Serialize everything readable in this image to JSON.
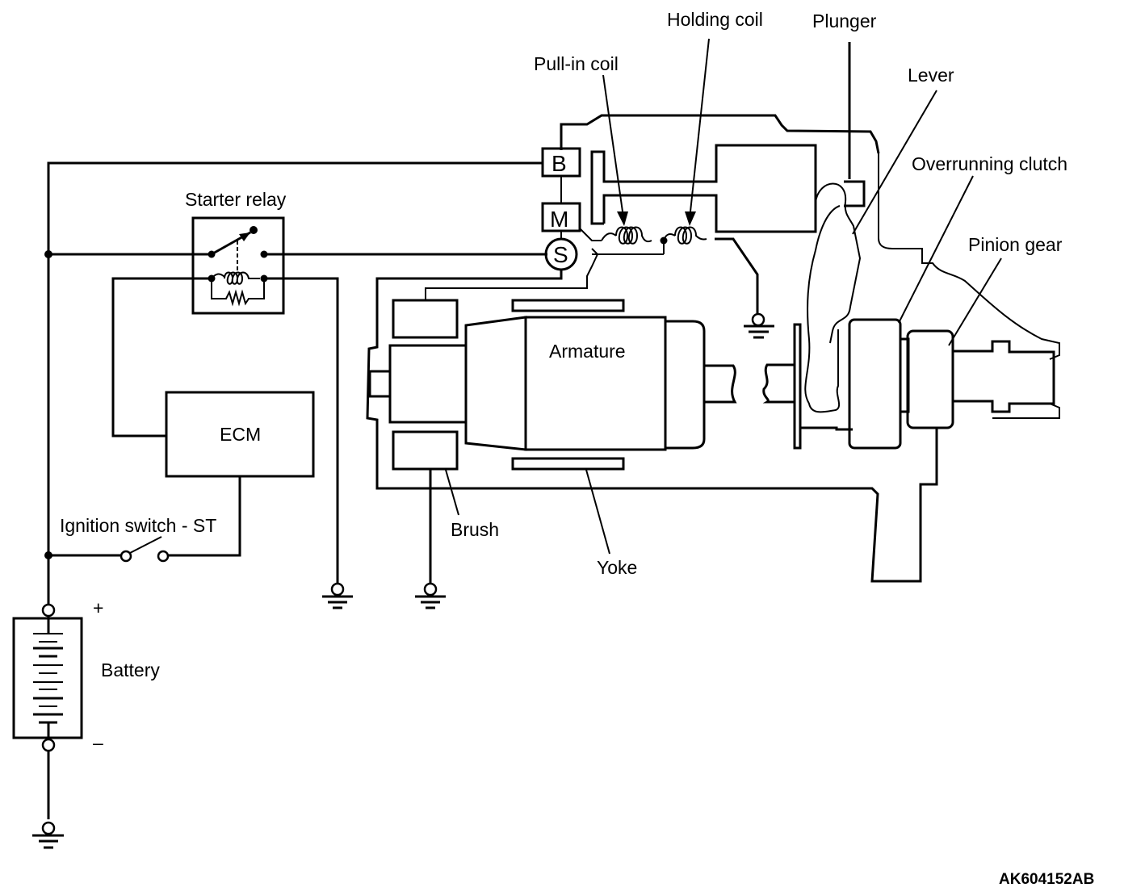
{
  "title": "Starter motor circuit diagram",
  "figure_code": "AK604152AB",
  "labels": {
    "holding_coil": "Holding coil",
    "plunger": "Plunger",
    "pull_in_coil": "Pull-in coil",
    "lever": "Lever",
    "overrunning_clutch": "Overrunning clutch",
    "pinion_gear": "Pinion gear",
    "starter_relay": "Starter relay",
    "armature": "Armature",
    "ecm": "ECM",
    "ignition_switch": "Ignition switch - ST",
    "brush": "Brush",
    "yoke": "Yoke",
    "battery": "Battery",
    "battery_plus": "+",
    "battery_minus": "–"
  },
  "terminals": {
    "b": "B",
    "m": "M",
    "s": "S"
  }
}
